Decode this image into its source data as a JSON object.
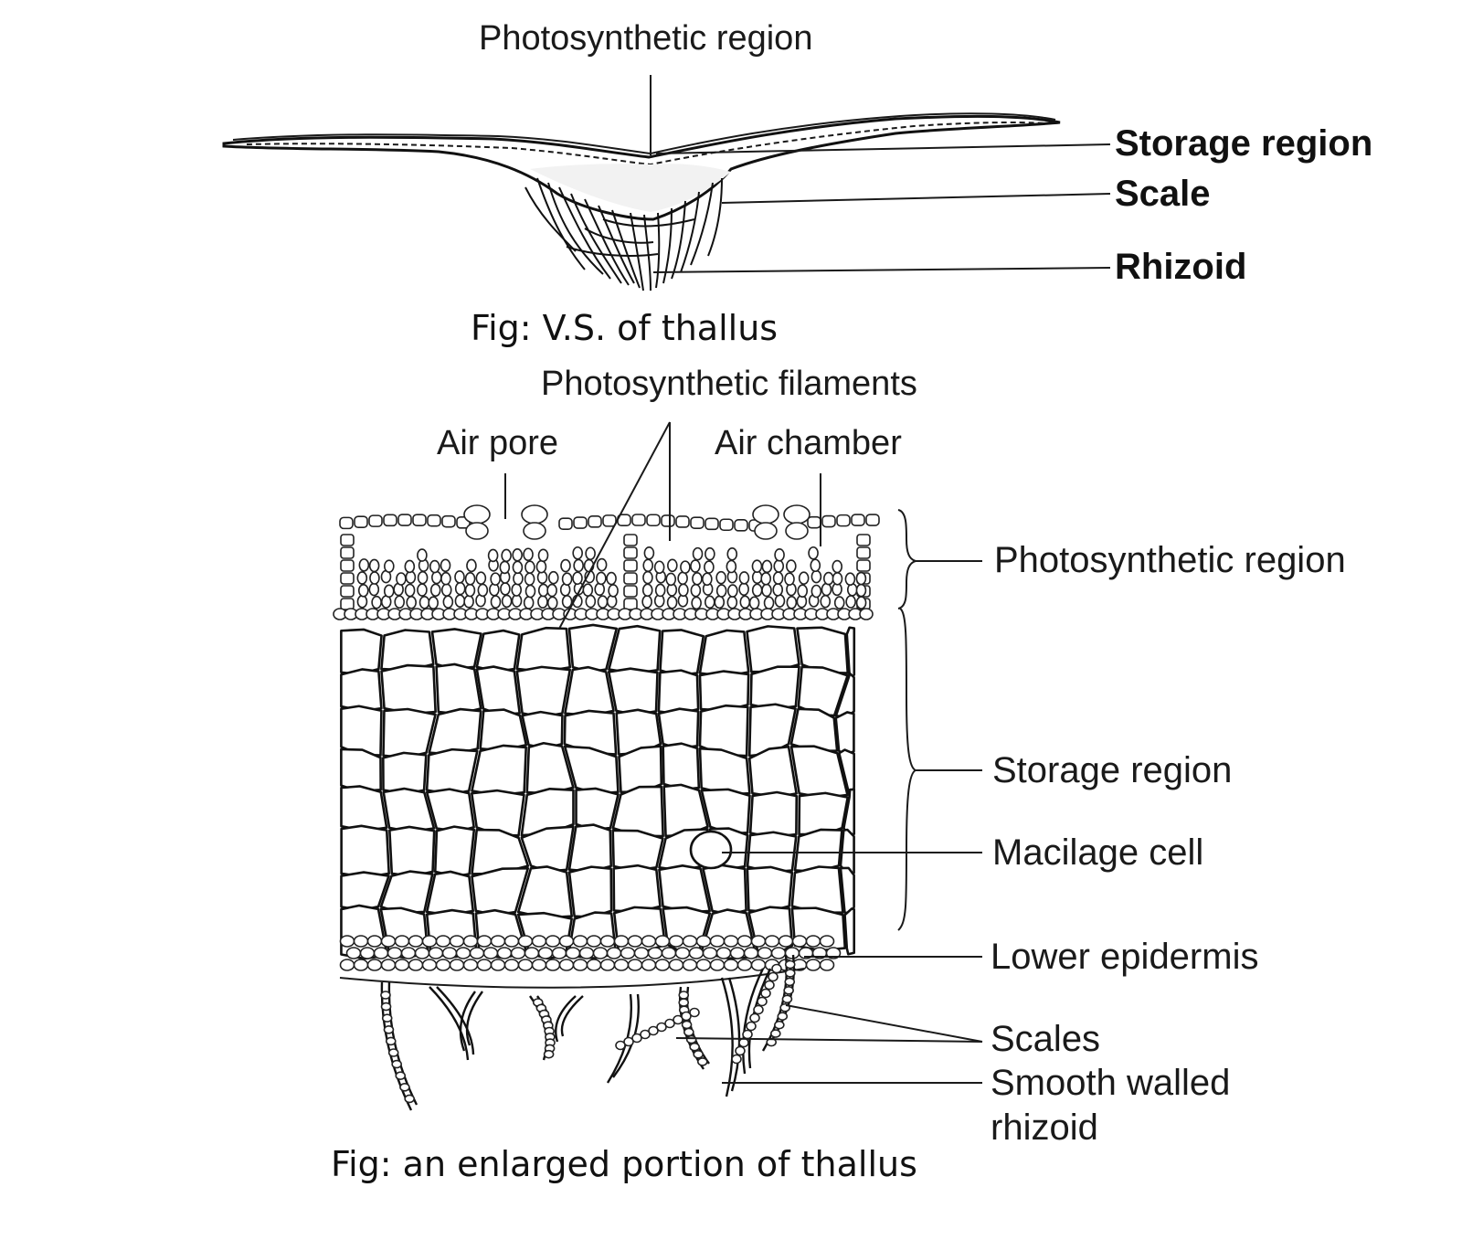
{
  "figure1": {
    "caption": "Fig: V.S. of thallus",
    "labels": {
      "top": "Photosynthetic region",
      "storage": "Storage region",
      "scale": "Scale",
      "rhizoid": "Rhizoid"
    }
  },
  "figure2": {
    "caption": "Fig: an enlarged portion of thallus",
    "labels": {
      "filaments": "Photosynthetic filaments",
      "air_pore": "Air pore",
      "air_chamber": "Air chamber",
      "photosynthetic_region": "Photosynthetic region",
      "storage_region": "Storage region",
      "mucilage_cell": "Macilage cell",
      "lower_epidermis": "Lower epidermis",
      "scales": "Scales",
      "rhizoid_line1": "Smooth walled",
      "rhizoid_line2": "rhizoid"
    }
  }
}
